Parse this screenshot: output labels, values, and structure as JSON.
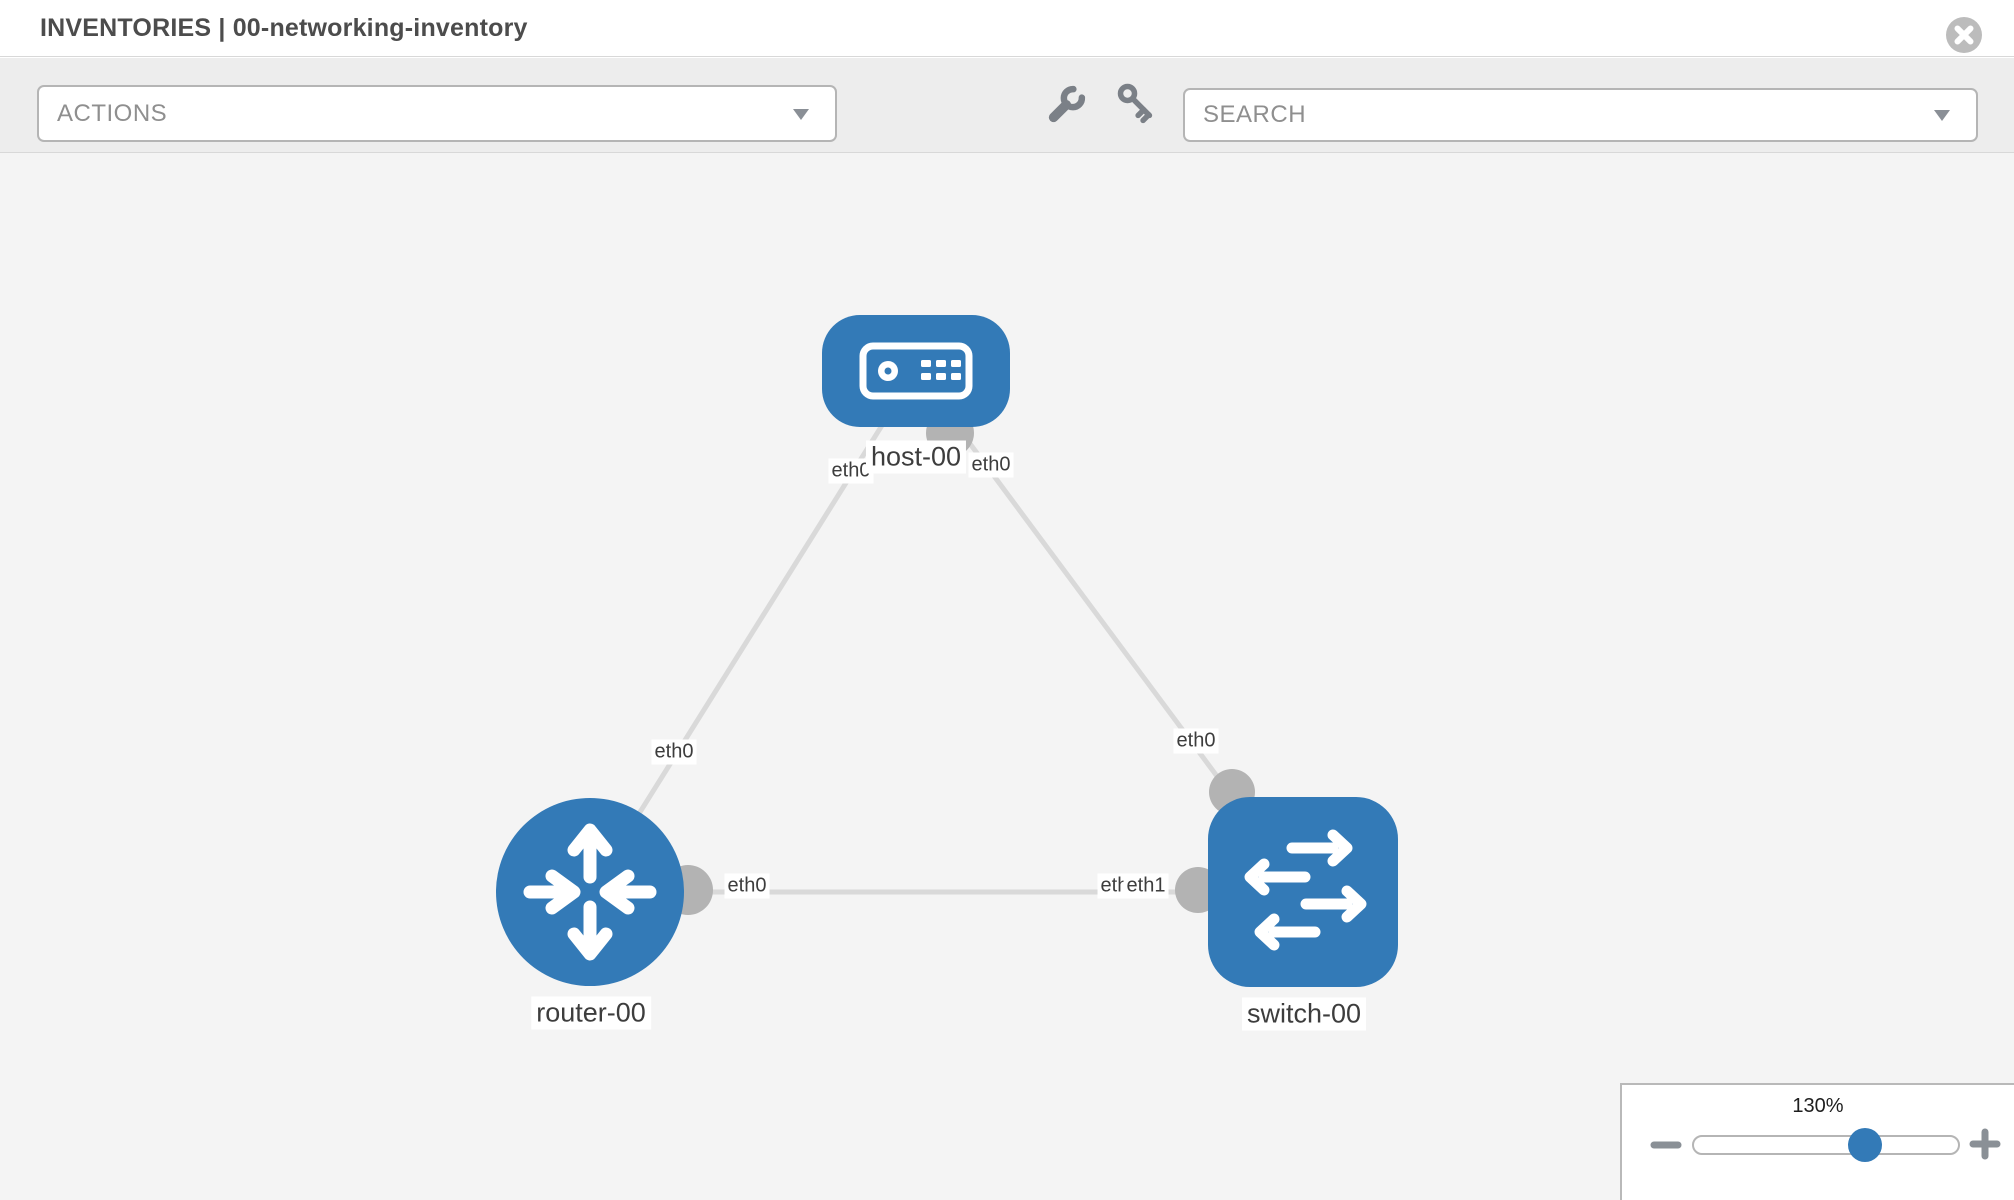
{
  "header": {
    "title": "INVENTORIES | 00-networking-inventory"
  },
  "toolbar": {
    "actions_placeholder": "ACTIONS",
    "search_placeholder": "SEARCH",
    "icons": [
      "wrench-icon",
      "key-icon"
    ]
  },
  "topology": {
    "nodes": [
      {
        "label": "host-00",
        "type": "host"
      },
      {
        "label": "router-00",
        "type": "router"
      },
      {
        "label": "switch-00",
        "type": "switch"
      }
    ],
    "interface_labels": [
      {
        "text": "eth0",
        "node": "host-00",
        "position": "below-left"
      },
      {
        "text": "eth0",
        "node": "host-00",
        "position": "below-right"
      },
      {
        "text": "eth0",
        "node": "router-00",
        "position": "link-to-host"
      },
      {
        "text": "eth0",
        "node": "switch-00",
        "position": "link-to-host"
      },
      {
        "text": "eth0",
        "node": "router-00",
        "position": "right"
      },
      {
        "text": "eth0",
        "node": "switch-00",
        "position": "left-behind"
      },
      {
        "text": "eth1",
        "node": "switch-00",
        "position": "left"
      }
    ],
    "links": [
      {
        "source": "host-00",
        "source_interface": "eth0",
        "target": "router-00",
        "target_interface": "eth0"
      },
      {
        "source": "host-00",
        "source_interface": "eth0",
        "target": "switch-00",
        "target_interface": "eth0"
      },
      {
        "source": "router-00",
        "source_interface": "eth0",
        "target": "switch-00",
        "target_interface": "eth1"
      }
    ]
  },
  "zoom_control": {
    "level": "130%"
  },
  "colors": {
    "node_blue": "#337ab7",
    "connector_gray": "#b3b3b3",
    "link_gray": "#d9d9d9",
    "canvas_bg": "#f4f4f4",
    "toolbar_bg": "#ededed"
  }
}
